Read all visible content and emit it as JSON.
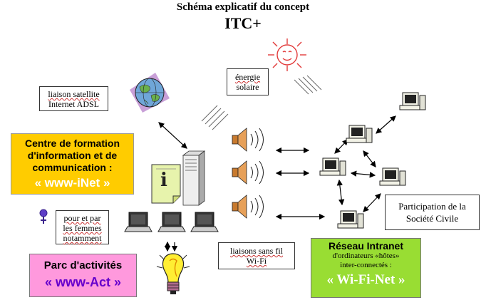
{
  "title": "Schéma explicatif du concept",
  "subtitle": "ITC+",
  "labels": {
    "satellite": [
      "liaison satellite",
      "Internet ADSL"
    ],
    "solaire": [
      "énergie",
      "solaire"
    ],
    "femmes": [
      "pour et par",
      "les femmes",
      "notamment"
    ],
    "wifi": [
      "liaisons sans fil",
      "Wi-Fi"
    ],
    "participation": [
      "Participation de la",
      "Société Civile"
    ]
  },
  "centre": {
    "lines": [
      "Centre de formation",
      "d'information et de",
      "communication :"
    ],
    "name": "« www-iNet »"
  },
  "parc": {
    "title": "Parc d'activités",
    "name": "« www-Act »"
  },
  "intranet": {
    "title": "Réseau Intranet",
    "line1": "d'ordinateurs «hôtes»",
    "line2": "inter-connectés :",
    "name": "« Wi-Fi-Net »"
  },
  "icons": [
    "globe-icon",
    "sun-icon",
    "document-icon",
    "server-icon",
    "loudspeaker-icon",
    "desktop-computer-icon",
    "laptop-icon",
    "lightbulb-icon",
    "female-symbol-icon"
  ],
  "colors": {
    "centre": "#ffcc00",
    "parc": "#ff99dd",
    "intranet": "#99dd33"
  }
}
